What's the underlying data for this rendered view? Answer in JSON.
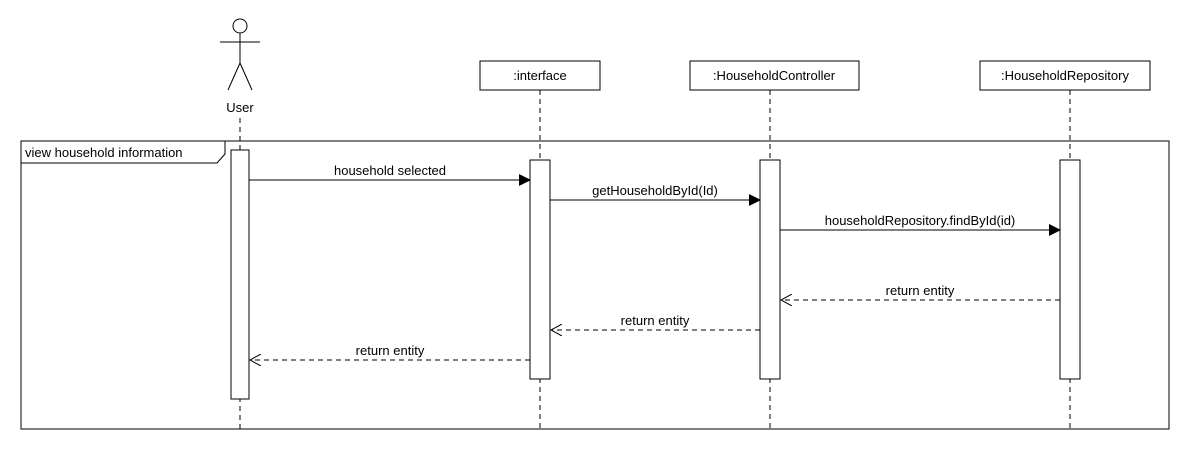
{
  "diagram": {
    "frame_label": "view household information",
    "actor": {
      "name": "User"
    },
    "participants": [
      {
        "id": "interface",
        "label": ":interface"
      },
      {
        "id": "controller",
        "label": ":HouseholdController"
      },
      {
        "id": "repository",
        "label": ":HouseholdRepository"
      }
    ],
    "messages": [
      {
        "from": "User",
        "to": ":interface",
        "label": "household selected",
        "kind": "call"
      },
      {
        "from": ":interface",
        "to": ":HouseholdController",
        "label": "getHouseholdById(Id)",
        "kind": "call"
      },
      {
        "from": ":HouseholdController",
        "to": ":HouseholdRepository",
        "label": "householdRepository.findById(id)",
        "kind": "call"
      },
      {
        "from": ":HouseholdRepository",
        "to": ":HouseholdController",
        "label": "return entity",
        "kind": "return"
      },
      {
        "from": ":HouseholdController",
        "to": ":interface",
        "label": "return entity",
        "kind": "return"
      },
      {
        "from": ":interface",
        "to": "User",
        "label": "return entity",
        "kind": "return"
      }
    ]
  }
}
